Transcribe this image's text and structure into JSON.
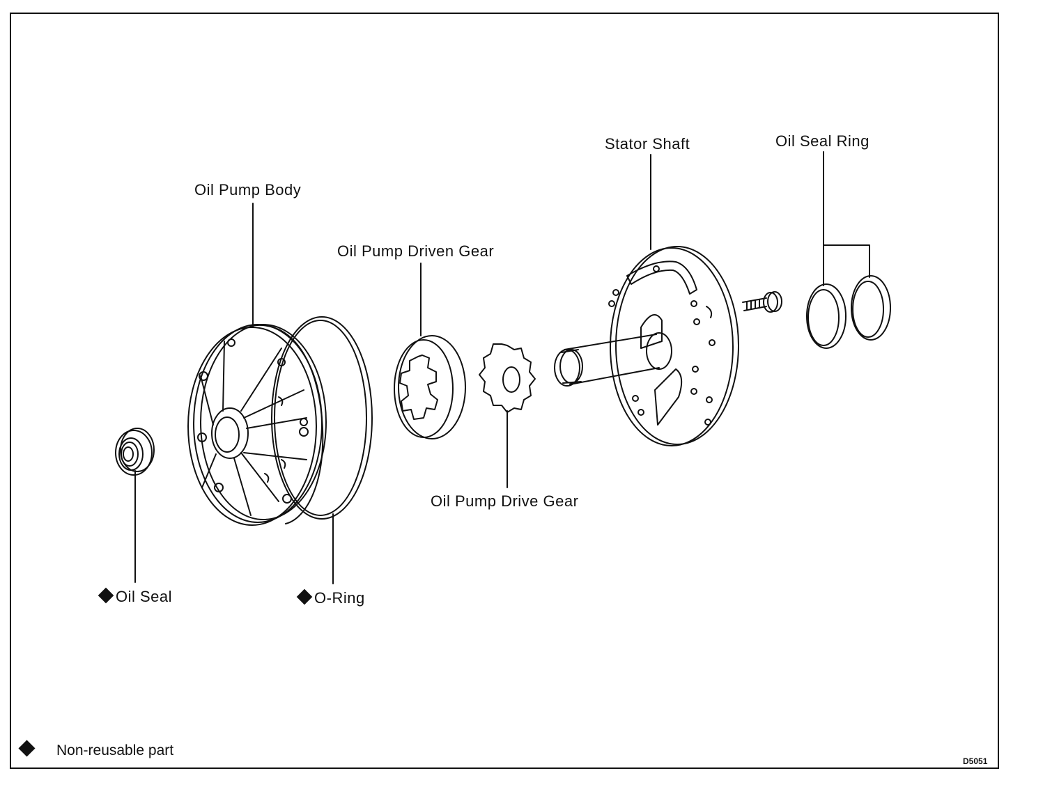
{
  "labels": {
    "stator_shaft": "Stator Shaft",
    "oil_seal_ring": "Oil Seal Ring",
    "oil_pump_body": "Oil Pump Body",
    "oil_pump_driven_gear": "Oil Pump Driven Gear",
    "oil_pump_drive_gear": "Oil Pump Drive Gear",
    "oil_seal": "Oil Seal",
    "o_ring": "O-Ring"
  },
  "legend": {
    "non_reusable": "Non-reusable part"
  },
  "figure_code": "D5051",
  "colors": {
    "ink": "#111111",
    "paper": "#ffffff"
  }
}
